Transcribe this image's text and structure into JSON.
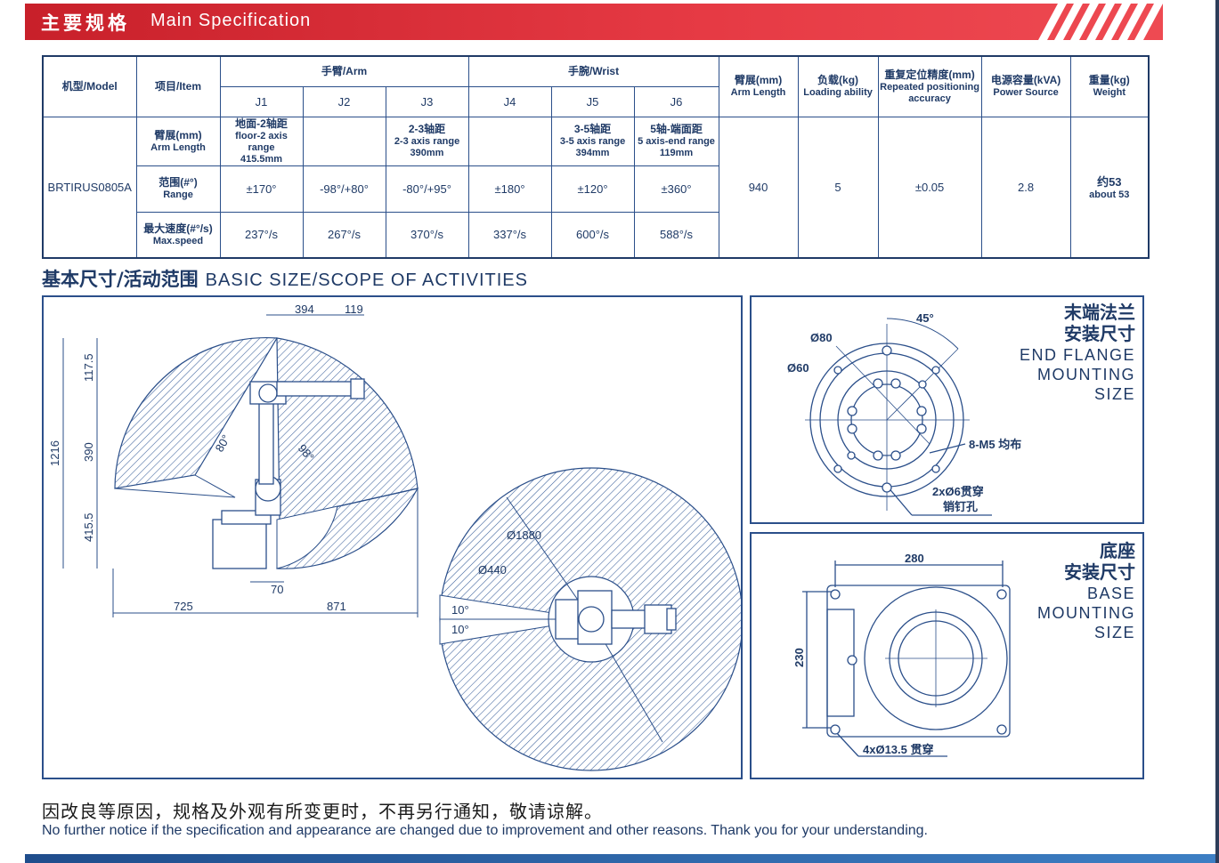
{
  "header": {
    "title_zh": "主要规格",
    "title_en": "Main Specification"
  },
  "spec_table": {
    "col_model": "机型/Model",
    "col_item": "项目/Item",
    "group_arm": "手臂/Arm",
    "group_wrist": "手腕/Wrist",
    "joints": [
      "J1",
      "J2",
      "J3",
      "J4",
      "J5",
      "J6"
    ],
    "arm_length_zh": "臂展(mm)",
    "arm_length_en": "Arm Length",
    "loading_zh": "负载(kg)",
    "loading_en": "Loading ability",
    "repeat_zh": "重复定位精度(mm)",
    "repeat_en1": "Repeated positioning",
    "repeat_en2": "accuracy",
    "power_zh": "电源容量(kVA)",
    "power_en": "Power Source",
    "weight_zh": "重量(kg)",
    "weight_en": "Weight",
    "model": "BRTIRUS0805A",
    "row_arm_zh": "臂展(mm)",
    "row_arm_en": "Arm Length",
    "row_range_zh": "范围(#°)",
    "row_range_en": "Range",
    "row_speed_zh": "最大速度(#°/s)",
    "row_speed_en": "Max.speed",
    "arm_values": [
      {
        "zh": "地面-2轴距",
        "en": "floor-2 axis range",
        "v": "415.5mm"
      },
      {
        "zh": "",
        "en": "",
        "v": ""
      },
      {
        "zh": "2-3轴距",
        "en": "2-3 axis range",
        "v": "390mm"
      },
      {
        "zh": "",
        "en": "",
        "v": ""
      },
      {
        "zh": "3-5轴距",
        "en": "3-5 axis range",
        "v": "394mm"
      },
      {
        "zh": "5轴-端面距",
        "en": "5 axis-end range",
        "v": "119mm"
      }
    ],
    "range_values": [
      "±170°",
      "-98°/+80°",
      "-80°/+95°",
      "±180°",
      "±120°",
      "±360°"
    ],
    "speed_values": [
      "237°/s",
      "267°/s",
      "370°/s",
      "337°/s",
      "600°/s",
      "588°/s"
    ],
    "arm_length": "940",
    "loading": "5",
    "repeat": "±0.05",
    "power": "2.8",
    "weight_zh_val": "约53",
    "weight_en_val": "about 53"
  },
  "section": {
    "title_zh": "基本尺寸/活动范围",
    "title_en": "BASIC SIZE/SCOPE OF ACTIVITIES"
  },
  "main_dims": {
    "d394": "394",
    "d119": "119",
    "d1175": "117.5",
    "d1216": "1216",
    "d390": "390",
    "d4155": "415.5",
    "d725": "725",
    "d871": "871",
    "d70": "70",
    "a80": "80°",
    "a98": "98°",
    "d1880": "Ø1880",
    "d440": "Ø440",
    "a10a": "10°",
    "a10b": "10°"
  },
  "flange": {
    "title_zh1": "末端法兰",
    "title_zh2": "安装尺寸",
    "title_en1": "END FLANGE",
    "title_en2": "MOUNTING",
    "title_en3": "SIZE",
    "a45": "45°",
    "d80": "Ø80",
    "d60": "Ø60",
    "m5": "8-M5 均布",
    "pin1": "2xØ6贯穿",
    "pin2": "销钉孔"
  },
  "base": {
    "title_zh1": "底座",
    "title_zh2": "安装尺寸",
    "title_en1": "BASE",
    "title_en2": "MOUNTING",
    "title_en3": "SIZE",
    "d280": "280",
    "d230": "230",
    "holes": "4xØ13.5 贯穿"
  },
  "notice": {
    "zh": "因改良等原因，规格及外观有所变更时，不再另行通知，敬请谅解。",
    "en": "No further notice if the specification and appearance are changed due to improvement and other reasons. Thank you for your understanding."
  },
  "colors": {
    "banner_red": "#e63a44",
    "navy": "#1f3a66",
    "line_blue": "#2b4f8a"
  }
}
